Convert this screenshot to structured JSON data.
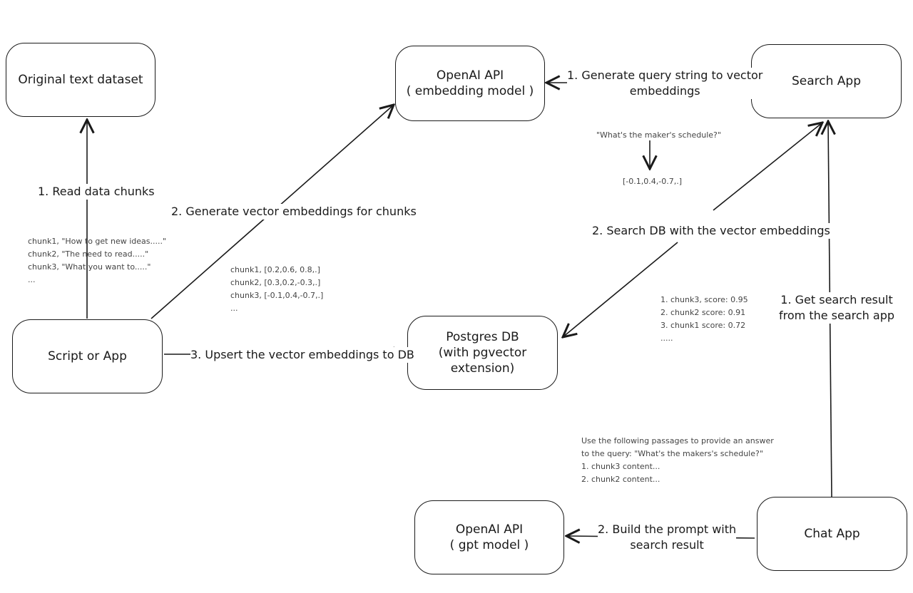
{
  "nodes": {
    "original_dataset": [
      "Original text dataset"
    ],
    "openai_embedding": [
      "OpenAI API",
      "( embedding model )"
    ],
    "search_app": [
      "Search App"
    ],
    "script_app": [
      "Script or App"
    ],
    "postgres": [
      "Postgres DB",
      "(with pgvector extension)"
    ],
    "openai_gpt": [
      "OpenAI API",
      "( gpt model )"
    ],
    "chat_app": [
      "Chat App"
    ]
  },
  "edges": {
    "read_chunks": "1. Read data chunks",
    "gen_embeddings": "2. Generate vector embeddings for chunks",
    "upsert": "3. Upsert the vector embeddings  to DB",
    "query_embed": [
      "1. Generate query string to vector",
      "embeddings"
    ],
    "search_db": "2. Search DB with the vector embeddings",
    "get_result": [
      "1. Get search result",
      "from the search app"
    ],
    "build_prompt": [
      "2. Build the prompt with",
      "search result"
    ]
  },
  "notes": {
    "chunks_text": [
      "chunk1, \"How to get new ideas.....\"",
      "chunk2, \"The need to read.....\"",
      "chunk3, \"What you want to.....\"",
      "..."
    ],
    "chunks_vectors": [
      "chunk1, [0.2,0.6, 0.8,.]",
      "chunk2, [0.3,0.2,-0.3,.]",
      "chunk3, [-0.1,0.4,-0.7,.]",
      "..."
    ],
    "query": "\"What's the maker's schedule?\"",
    "query_vector": "[-0.1,0.4,-0.7,.]",
    "scores": [
      "1. chunk3, score: 0.95",
      "2. chunk2 score: 0.91",
      "3. chunk1 score: 0.72",
      "....."
    ],
    "prompt": [
      "Use the following passages to provide an answer",
      "to the query: \"What's the makers's schedule?\"",
      "1. chunk3 content...",
      "2. chunk2 content..."
    ]
  }
}
